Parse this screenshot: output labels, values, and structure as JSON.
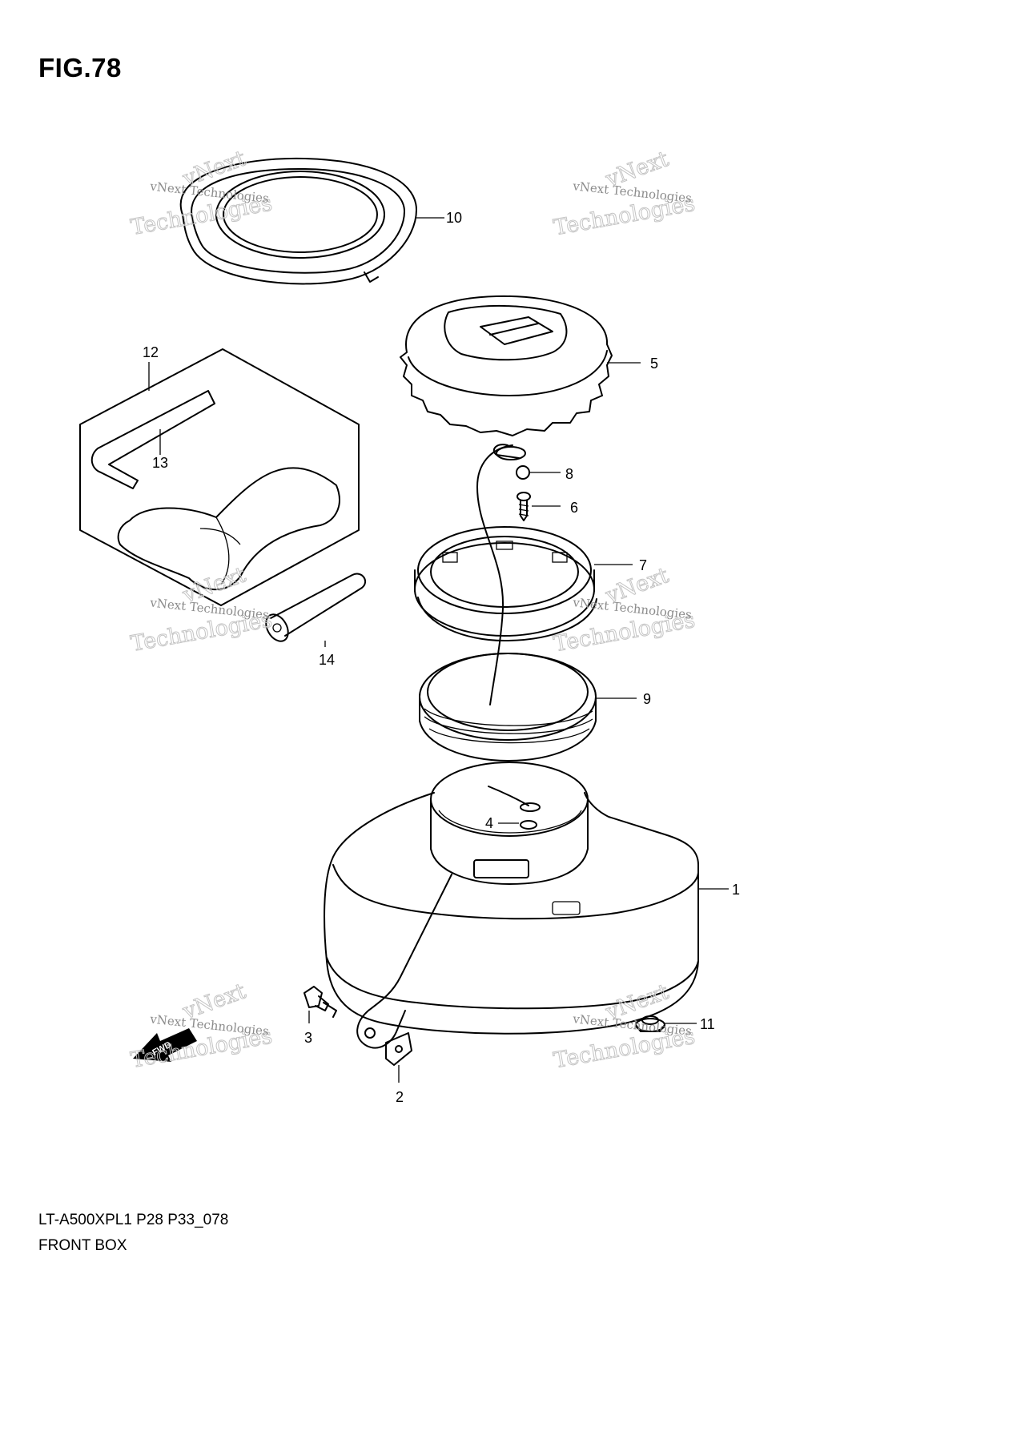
{
  "figure": {
    "title": "FIG.78",
    "model_code": "LT-A500XPL1 P28 P33_078",
    "section_name": "FRONT BOX"
  },
  "watermark": {
    "small_text": "vNext Technologies",
    "big_text_line1": "vNext",
    "big_text_line2": "Technologies"
  },
  "parts": {
    "p1": "1",
    "p2": "2",
    "p3": "3",
    "p4": "4",
    "p5": "5",
    "p6": "6",
    "p7": "7",
    "p8": "8",
    "p9": "9",
    "p10": "10",
    "p11": "11",
    "p12": "12",
    "p13": "13",
    "p14": "14"
  },
  "fwd_badge": "FWD"
}
